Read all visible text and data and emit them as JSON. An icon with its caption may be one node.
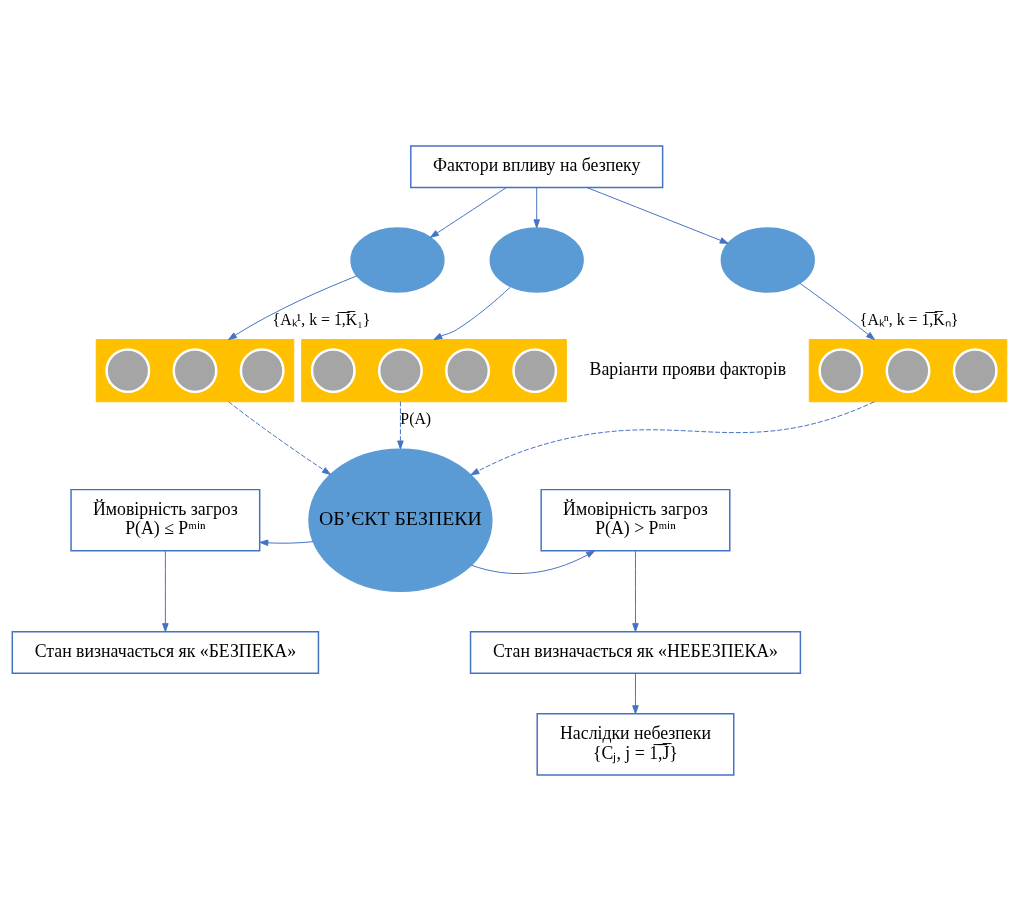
{
  "diagram": {
    "nodes": [
      {
        "text": [
          "Фактори впливу на безпеку"
        ]
      },
      {
        "text": [],
        "shape": "circle"
      },
      {
        "text": [],
        "shape": "circle"
      },
      {
        "text": [],
        "shape": "circle"
      },
      {
        "text": [],
        "shape": "bar"
      },
      {
        "text": [],
        "shape": "circle",
        "in": 4
      },
      {
        "text": [],
        "shape": "circle",
        "in": 4
      },
      {
        "text": [],
        "shape": "circle",
        "in": 4
      },
      {
        "text": [],
        "shape": "bar"
      },
      {
        "text": [],
        "shape": "circle",
        "in": 8
      },
      {
        "text": [],
        "shape": "circle",
        "in": 8
      },
      {
        "text": [],
        "shape": "circle",
        "in": 8
      },
      {
        "text": [],
        "shape": "circle",
        "in": 8
      },
      {
        "text": [],
        "shape": "bar"
      },
      {
        "text": [],
        "shape": "circle",
        "in": 13
      },
      {
        "text": [],
        "shape": "circle",
        "in": 13
      },
      {
        "text": [],
        "shape": "circle",
        "in": 13
      },
      {
        "text": [
          "ОБ’ЄКТ БЕЗПЕКИ"
        ]
      },
      {
        "text": [
          "Ймовірність загроз",
          "P(A) ≤ Pᵐⁱⁿ"
        ]
      },
      {
        "text": [
          "Стан визначається як «БЕЗПЕКА»"
        ]
      },
      {
        "text": [
          "Ймовірність загроз",
          "P(A) > Pᵐⁱⁿ"
        ]
      },
      {
        "text": [
          "Стан визначається як «НЕБЕЗПЕКА»"
        ]
      },
      {
        "text": [
          "Наслідки небезпеки",
          "{Cⱼ, j = 1̅,̅J̅}"
        ]
      }
    ],
    "edges": [
      {
        "from": 0,
        "to": 1,
        "arrow": "to"
      },
      {
        "from": 0,
        "to": 2,
        "arrow": "to"
      },
      {
        "from": 0,
        "to": 3,
        "arrow": "to"
      },
      {
        "from": 1,
        "to": 4,
        "arrow": "to",
        "label": "{Aₖ¹, k = 1̅,̅K̅₁}"
      },
      {
        "from": 2,
        "to": 8,
        "arrow": "to"
      },
      {
        "from": 3,
        "to": 13,
        "arrow": "to",
        "label": "{Aₖⁿ, k = 1̅,̅K̅ₙ}"
      },
      {
        "from": 4,
        "to": 17,
        "arrow": "to",
        "style": "dashed"
      },
      {
        "from": 8,
        "to": 17,
        "arrow": "to",
        "style": "dashed",
        "label": "P(A)"
      },
      {
        "from": 13,
        "to": 17,
        "arrow": "to",
        "style": "dashed"
      },
      {
        "from": 17,
        "to": 18,
        "arrow": "to"
      },
      {
        "from": 17,
        "to": 20,
        "arrow": "to"
      },
      {
        "from": 18,
        "to": 19,
        "arrow": "to"
      },
      {
        "from": 20,
        "to": 21,
        "arrow": "to"
      },
      {
        "from": 21,
        "to": 22,
        "arrow": "to"
      }
    ],
    "labels": [
      "Варіанти прояви факторів"
    ]
  }
}
